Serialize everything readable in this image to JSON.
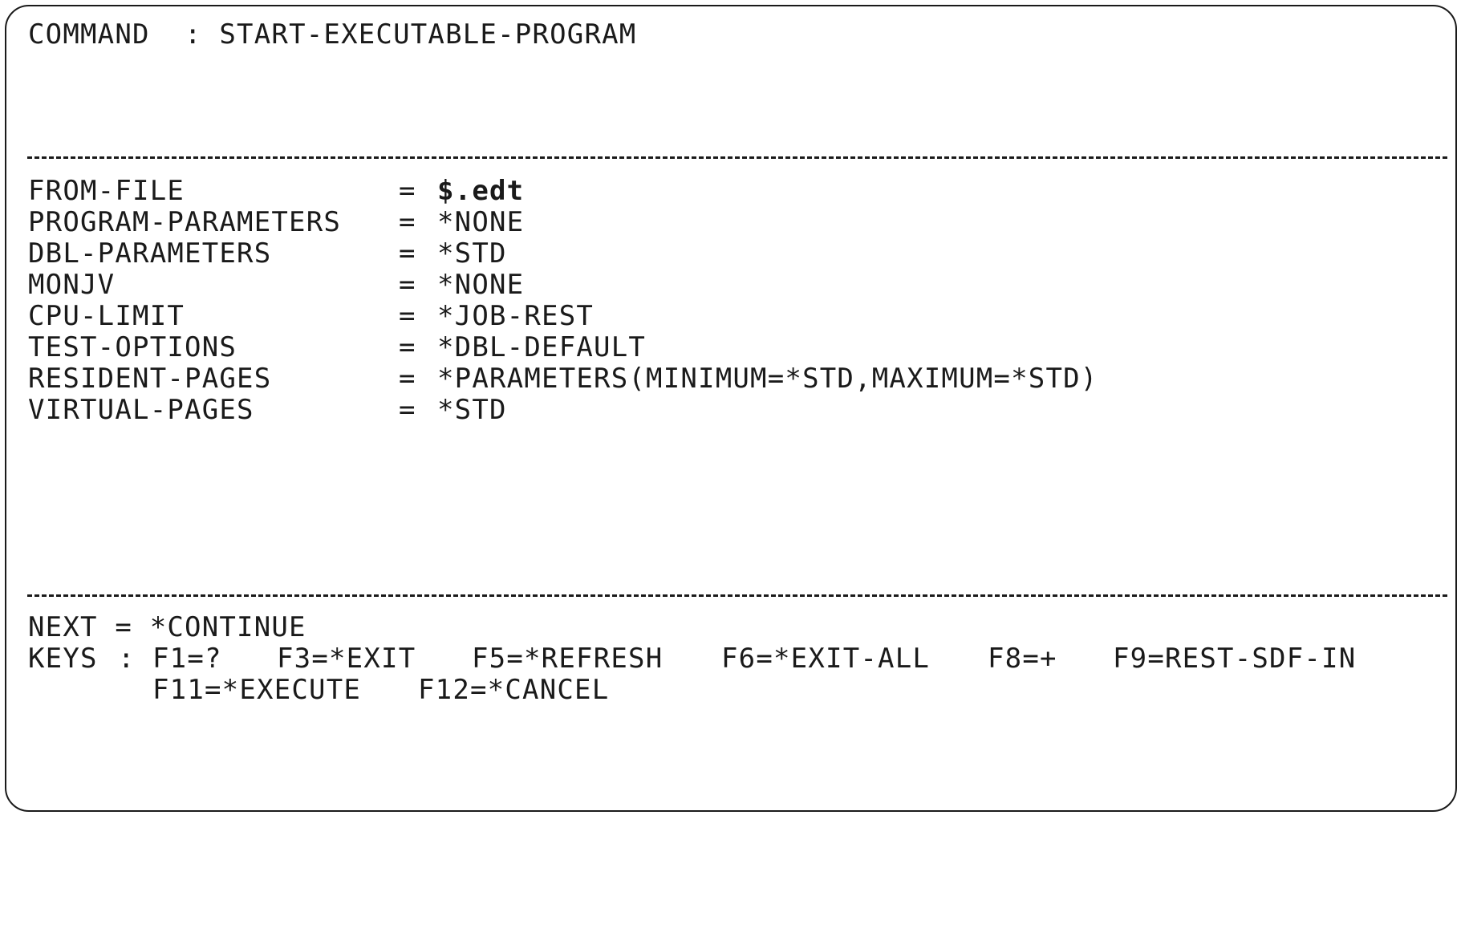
{
  "header": {
    "command_label": "COMMAND",
    "command_sep": ":",
    "command_value": "START-EXECUTABLE-PROGRAM"
  },
  "fields": [
    {
      "label": "FROM-FILE",
      "value": "$.edt"
    },
    {
      "label": "PROGRAM-PARAMETERS",
      "value": "*NONE"
    },
    {
      "label": "DBL-PARAMETERS",
      "value": "*STD"
    },
    {
      "label": "MONJV",
      "value": "*NONE"
    },
    {
      "label": "CPU-LIMIT",
      "value": "*JOB-REST"
    },
    {
      "label": "TEST-OPTIONS",
      "value": "*DBL-DEFAULT"
    },
    {
      "label": "RESIDENT-PAGES",
      "value": "*PARAMETERS(MINIMUM=*STD,MAXIMUM=*STD)"
    },
    {
      "label": "VIRTUAL-PAGES",
      "value": "*STD"
    }
  ],
  "equals_sign": "=",
  "footer": {
    "next_label": "NEXT",
    "next_eq": "=",
    "next_value": "*CONTINUE",
    "keys_label": "KEYS",
    "keys_sep": ":",
    "keys_row1": [
      "F1=?",
      "F3=*EXIT",
      "F5=*REFRESH",
      "F6=*EXIT-ALL",
      "F8=+",
      "F9=REST-SDF-IN"
    ],
    "keys_row2": [
      "F11=*EXECUTE",
      "F12=*CANCEL"
    ]
  }
}
